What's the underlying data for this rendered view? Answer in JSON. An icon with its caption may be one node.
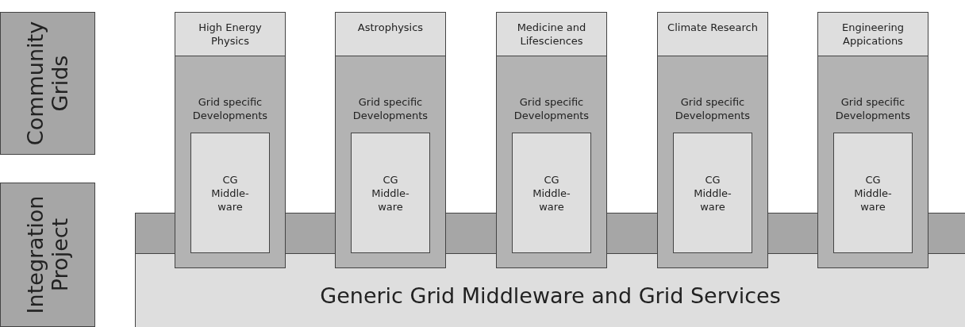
{
  "diagram": {
    "nodes": [
      {
        "text": [
          "Community Grids"
        ]
      },
      {
        "text": [
          "Integration Project"
        ]
      },
      {
        "text": [
          "Generic Grid Middleware and Grid Services"
        ]
      },
      {
        "text": [
          "Grid specific Developments"
        ]
      },
      {
        "text": [
          "High Energy Physics"
        ],
        "in": 3
      },
      {
        "text": [
          "CG Middle- ware"
        ],
        "in": 3
      },
      {
        "text": [
          "Grid specific Developments"
        ]
      },
      {
        "text": [
          "Astrophysics"
        ],
        "in": 6
      },
      {
        "text": [
          "CG Middle- ware"
        ],
        "in": 6
      },
      {
        "text": [
          "Grid specific Developments"
        ]
      },
      {
        "text": [
          "Medicine and Lifesciences"
        ],
        "in": 9
      },
      {
        "text": [
          "CG Middle- ware"
        ],
        "in": 9
      },
      {
        "text": [
          "Grid specific Developments"
        ]
      },
      {
        "text": [
          "Climate Research"
        ],
        "in": 12
      },
      {
        "text": [
          "CG Middle- ware"
        ],
        "in": 12
      },
      {
        "text": [
          "Grid specific Developments"
        ]
      },
      {
        "text": [
          "Engineering Appications"
        ],
        "in": 15
      },
      {
        "text": [
          "CG Middle- ware"
        ],
        "in": 15
      }
    ],
    "edges": []
  }
}
